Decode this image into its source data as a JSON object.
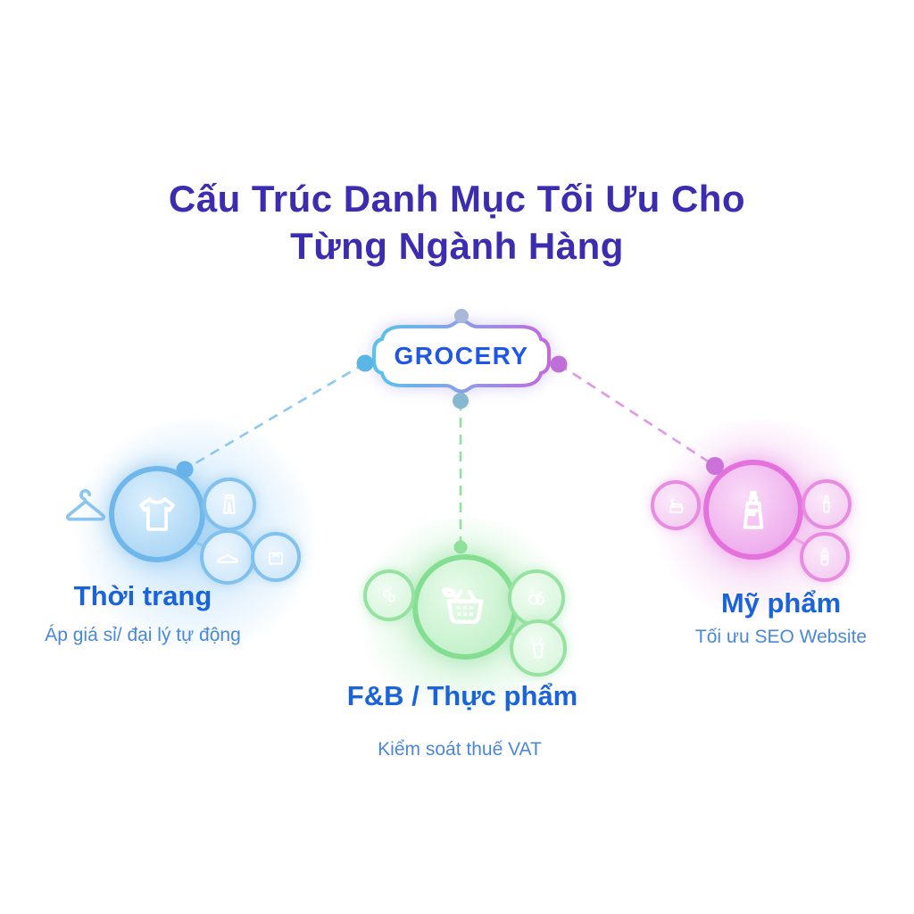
{
  "title": {
    "line1": "Cấu Trúc Danh Mục Tối Ưu Cho",
    "line2": "Từng Ngành Hàng"
  },
  "root": {
    "label": "GROCERY",
    "frame_gradient": [
      "#55c4e8",
      "#8a9fe8",
      "#c468de"
    ]
  },
  "branches": [
    {
      "id": "fashion",
      "title": "Thời trang",
      "subtitle": "Áp giá sỉ/ đại lý tự động",
      "color": "#6fb7eb",
      "hub_icon": "tshirt-icon",
      "satellite_icons": [
        "pants-icon",
        "shoe-icon",
        "shopping-bag-icon"
      ],
      "extra_icon": "hanger-icon",
      "connector": "dashed-blue"
    },
    {
      "id": "fnb",
      "title": "F&B / Thực phẩm",
      "subtitle": "Kiểm soát thuế VAT",
      "color": "#83de92",
      "hub_icon": "basket-icon",
      "satellite_icons": [
        "berries-icon",
        "apple-icon",
        "drink-cup-icon"
      ],
      "connector": "dashed-green"
    },
    {
      "id": "cosmetics",
      "title": "Mỹ phẩm",
      "subtitle": "Tối ưu SEO Website",
      "color": "#e571dd",
      "hub_icon": "cosmetic-tube-icon",
      "satellite_icons": [
        "cream-jar-icon",
        "nail-polish-icon",
        "lotion-bottle-icon"
      ],
      "connector": "dashed-pink"
    }
  ],
  "colors": {
    "title_text": "#3b2cb0",
    "root_text": "#1e57e8",
    "branch_title_text": "#1b63d8",
    "branch_subtitle_text": "#4b87d8",
    "dashed_blue": "#8cc8f1",
    "dashed_green": "#90e19c",
    "dashed_pink": "#dd99e3",
    "background": "#ffffff"
  }
}
